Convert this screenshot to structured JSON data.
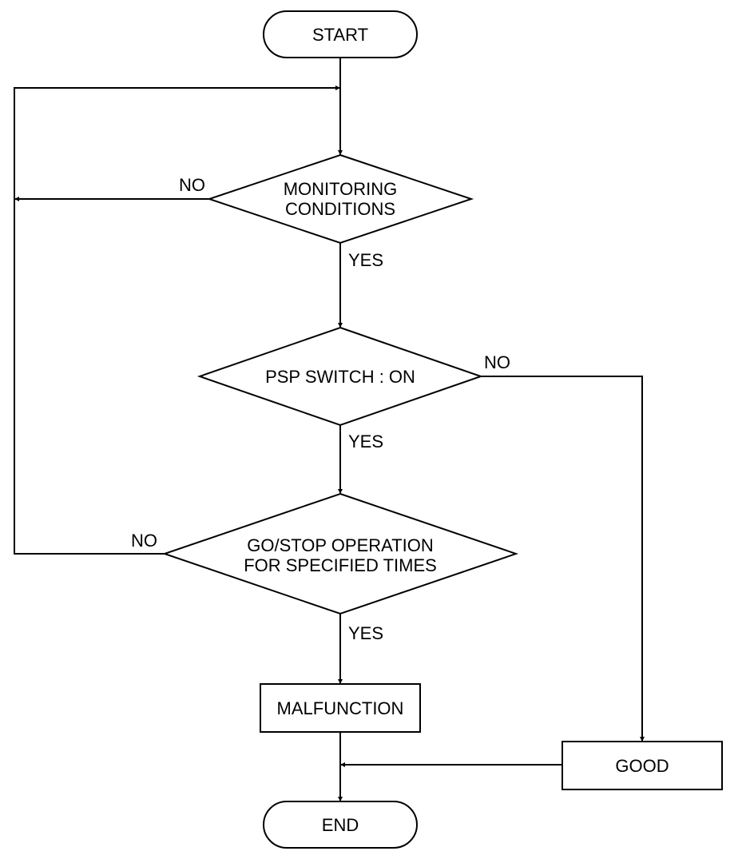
{
  "flowchart": {
    "start_label": "START",
    "end_label": "END",
    "decision_monitoring": {
      "line1": "MONITORING",
      "line2": "CONDITIONS"
    },
    "decision_psp": {
      "line1": "PSP SWITCH : ON"
    },
    "decision_go_stop": {
      "line1": "GO/STOP OPERATION",
      "line2": "FOR SPECIFIED TIMES"
    },
    "process_malfunction": "MALFUNCTION",
    "process_good": "GOOD",
    "edge_labels": {
      "monitoring_no": "NO",
      "monitoring_yes": "YES",
      "psp_no": "NO",
      "psp_yes": "YES",
      "go_stop_no": "NO",
      "go_stop_yes": "YES"
    }
  }
}
